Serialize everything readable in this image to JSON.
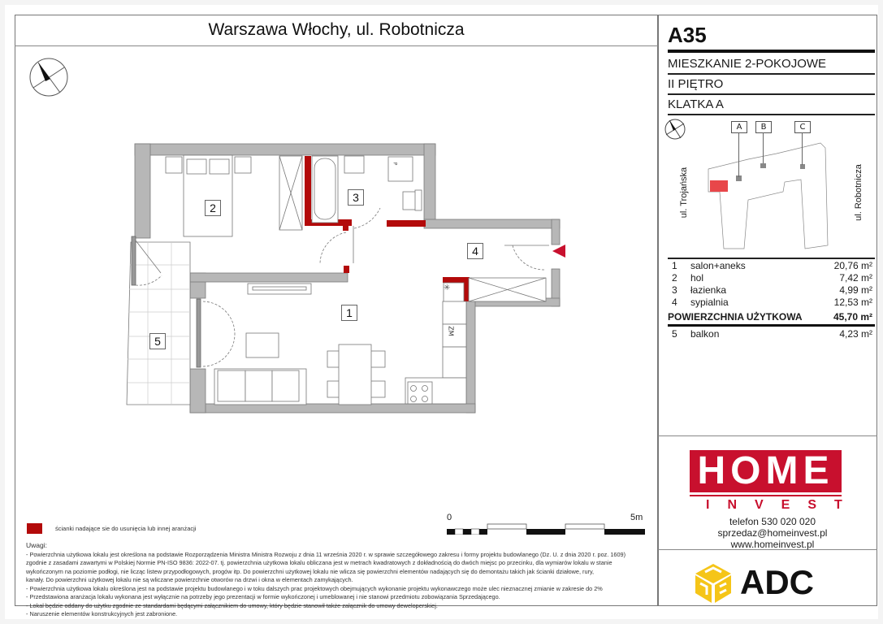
{
  "header": {
    "title": "Warszawa Włochy, ul. Robotnicza"
  },
  "apartment": {
    "code": "A35",
    "type": "MIESZKANIE 2-POKOJOWE",
    "floor": "II PIĘTRO",
    "staircase": "KLATKA A"
  },
  "site_plan": {
    "staircases": [
      "A",
      "B",
      "C"
    ],
    "street_left": "ul. Trojańska",
    "street_right": "ul. Robotnicza",
    "highlight_color": "#e8474a"
  },
  "rooms": [
    {
      "num": "1",
      "name": "salon+aneks",
      "area": "20,76 m²"
    },
    {
      "num": "2",
      "name": "hol",
      "area": "7,42 m²"
    },
    {
      "num": "3",
      "name": "łazienka",
      "area": "4,99 m²"
    },
    {
      "num": "4",
      "name": "sypialnia",
      "area": "12,53 m²"
    }
  ],
  "total": {
    "label": "POWIERZCHNIA UŻYTKOWA",
    "area": "45,70 m²"
  },
  "balcony": {
    "num": "5",
    "name": "balkon",
    "area": "4,23 m²"
  },
  "plan_labels": {
    "room1": "1",
    "room2": "2",
    "room3": "3",
    "room4": "4",
    "room5": "5",
    "fridge_mark": "✳",
    "zm_mark": "ZM",
    "p_mark": "P"
  },
  "legend": {
    "swatch_color": "#b30a0a",
    "text": "ścianki nadające sie do usunięcia lub innej aranżacji"
  },
  "scale": {
    "start": "0",
    "end": "5m"
  },
  "notes": {
    "heading": "Uwagi:",
    "lines": [
      "- Powierzchnia użytkowa lokalu jest określona na podstawie Rozporządzenia Ministra Ministra Rozwoju z dnia 11 września 2020 r. w sprawie szczegółowego zakresu i formy projektu budowlanego (Dz. U. z dnia 2020 r. poz. 1609)",
      "zgodnie z zasadami zawartymi w Polskiej Normie PN-ISO 9836: 2022-07. tj. powierzchnia użytkowa lokalu obliczana jest w metrach kwadratowych z dokładnością do dwóch miejsc po przecinku, dla wymiarów lokalu w stanie",
      "wykończonym na poziomie podłogi, nie licząc listew przypodłogowych, progów itp. Do powierzchni użytkowej lokalu nie wlicza się powierzchni elementów nadających się do demontażu takich jak ścianki działowe, rury,",
      "kanały. Do powierzchni użytkowej lokalu nie są wliczane powierzchnie otworów na drzwi i okna w elementach zamykających.",
      "- Powierzchnia użytkowa lokalu określona jest na podstawie projektu budowlanego i w toku dalszych prac projektowych obejmujących wykonanie projektu wykonawczego może ulec nieznacznej zmianie w zakresie do 2%",
      "- Przedstawiona aranżacja lokalu wykonana jest wyłącznie na potrzeby jego prezentacji w formie wykończonej i umeblowanej i nie stanowi przedmiotu zobowiązania Sprzedającego.",
      "- Lokal będzie oddany do użytku zgodnie ze standardami będącymi załącznikiem do umowy, który będzie stanowił także załącznik do umowy deweloperskiej.",
      "- Naruszenie elementów konstrukcyjnych jest zabronione."
    ]
  },
  "brand": {
    "home_word": "HOME",
    "invest_word": "INVEST",
    "color": "#c8102e",
    "phone": "telefon 530 020 020",
    "email": "sprzedaz@homeinvest.pl",
    "website": "www.homeinvest.pl"
  },
  "developer": {
    "name": "ADC",
    "logo_color": "#f5c518"
  }
}
